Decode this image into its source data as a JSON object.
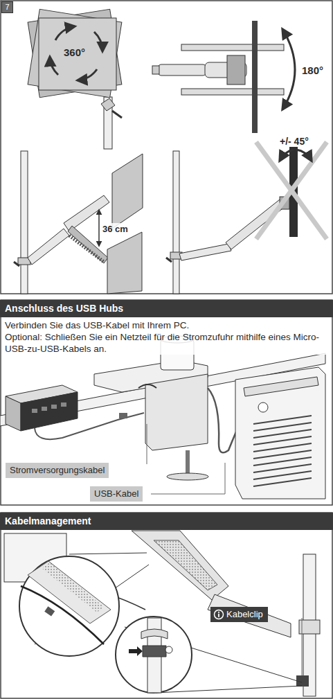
{
  "diagram": {
    "nodes": [
      {
        "text": [
          "7"
        ]
      },
      {
        "text": [
          "Anschluss des USB Hubs"
        ]
      },
      {
        "text": [
          "Stromversorgungskabel"
        ]
      },
      {
        "text": [
          "USB-Kabel"
        ]
      },
      {
        "text": [
          "Kabelmanagement"
        ]
      },
      {
        "text": [
          "Kabelclip"
        ]
      }
    ],
    "labels": [
      "360°",
      "180°",
      "+/- 45°",
      "36 cm",
      "Verbinden Sie das USB-Kabel mit Ihrem PC.",
      "Optional: Schließen Sie ein Netzteil für die Stromzufuhr mithilfe eines Micro-USB-zu-USB-Kabels an."
    ]
  }
}
